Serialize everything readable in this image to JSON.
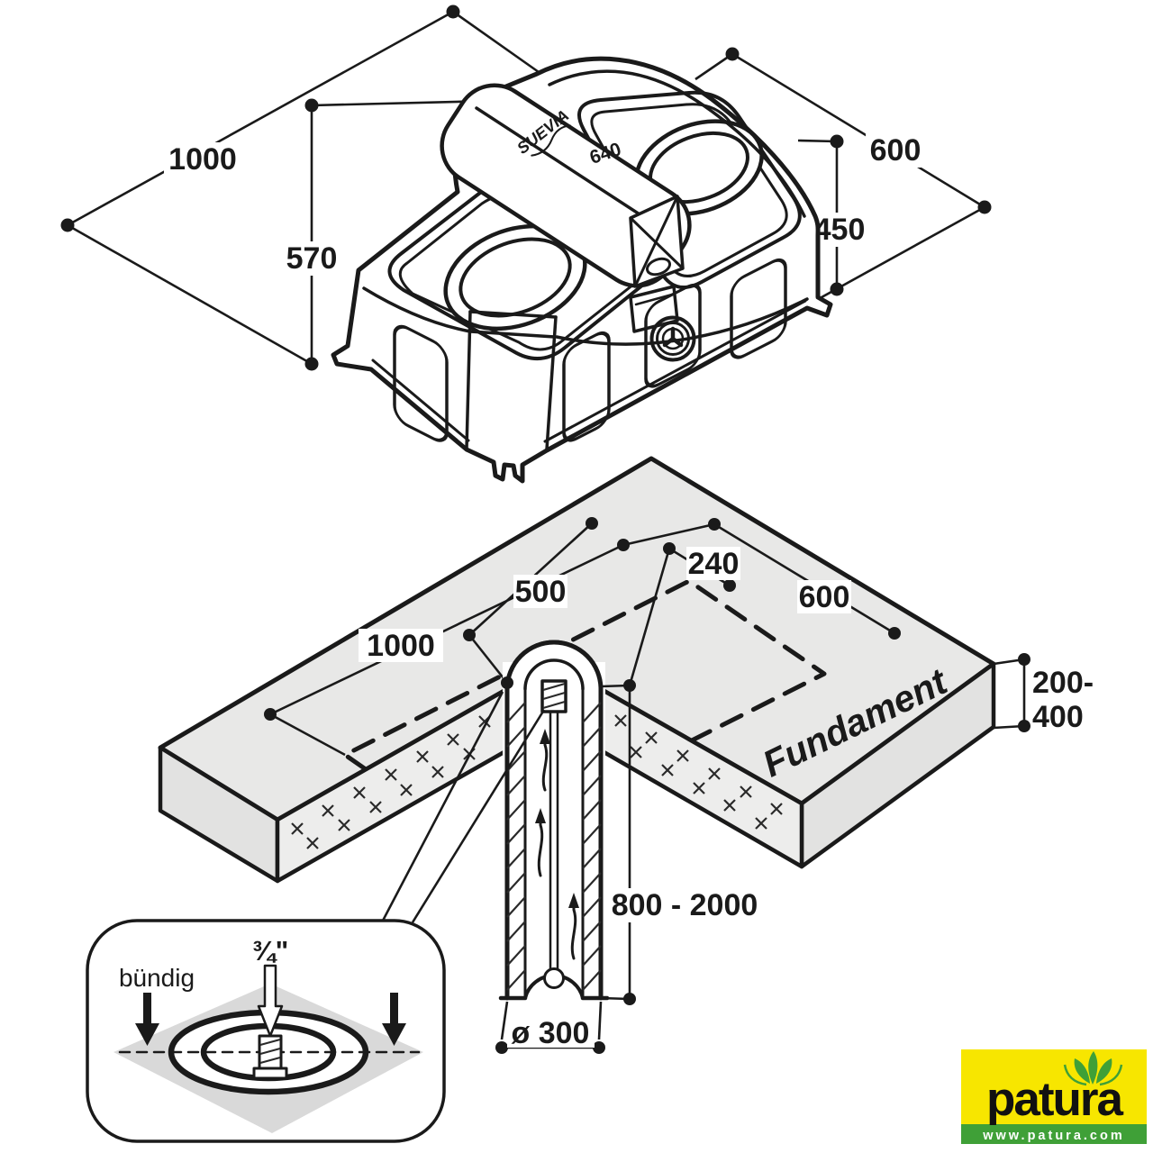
{
  "top_drawing": {
    "brand_label": "SUEVIA",
    "model_label": "640",
    "dim_length": "1000",
    "dim_height_left": "570",
    "dim_width": "600",
    "dim_height_right": "450"
  },
  "foundation_drawing": {
    "label": "Fundament",
    "dim_pipe_to_end": "500",
    "dim_length": "1000",
    "dim_edge_offset": "240",
    "dim_width": "600",
    "dim_thickness_line1": "200-",
    "dim_thickness_line2": "400",
    "dim_pipe_length": "800 - 2000",
    "dim_pipe_diameter": "ø 300"
  },
  "inset": {
    "flush_label": "bündig",
    "thread_size": "¾\""
  },
  "logo": {
    "brand": "patura",
    "website": "www.patura.com",
    "yellow": "#F7E600",
    "green": "#3FA037",
    "text_color": "#111111"
  },
  "colors": {
    "line": "#1a1a1a",
    "slab_top": "#e8e8e7",
    "slab_side": "#e2e2e1",
    "slab_cut": "#ededec",
    "inset_plate": "#d9d9d9"
  }
}
